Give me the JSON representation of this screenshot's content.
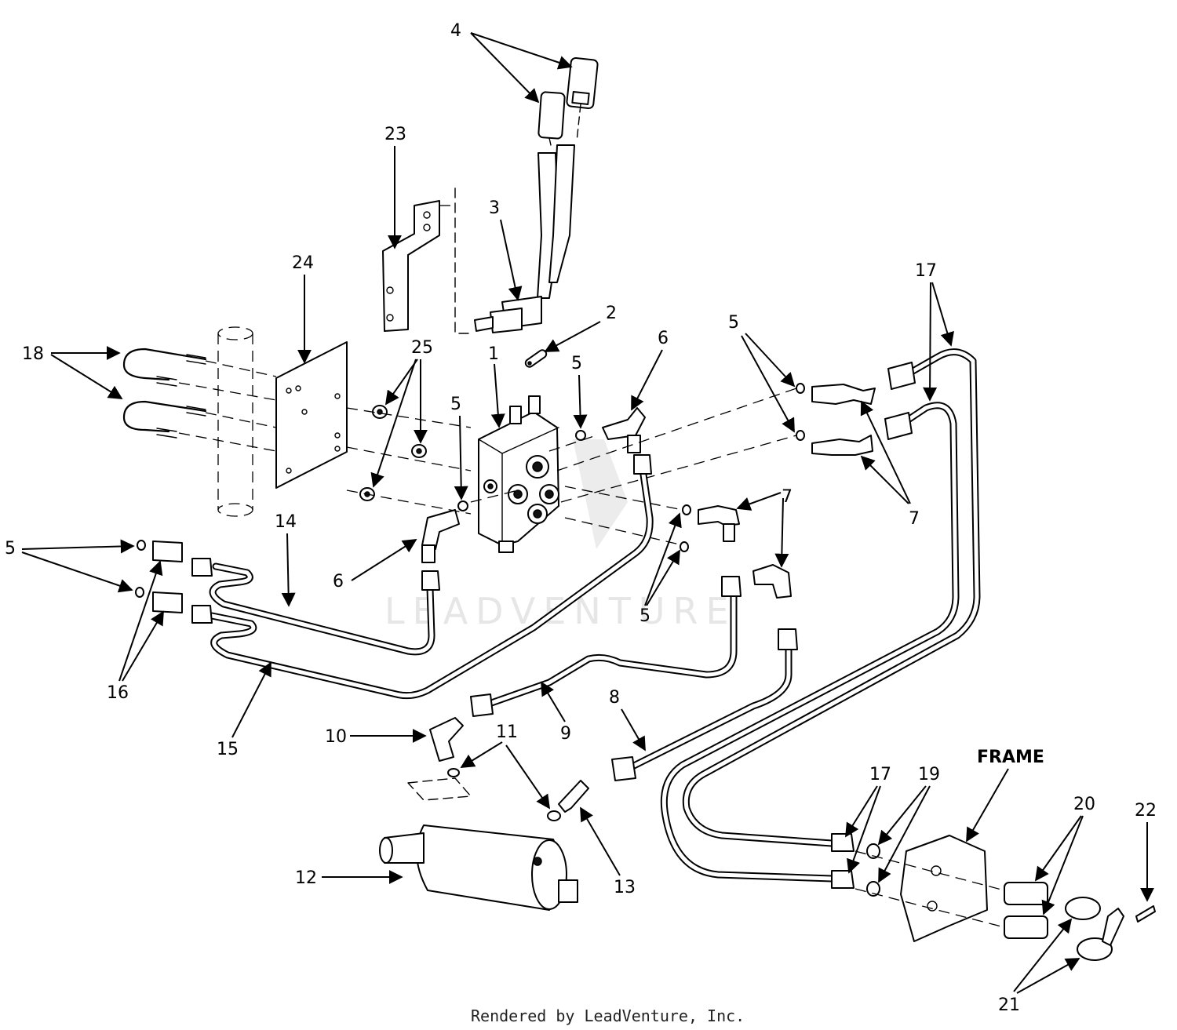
{
  "callouts": {
    "c1": "1",
    "c2": "2",
    "c3": "3",
    "c4": "4",
    "c5a": "5",
    "c5b": "5",
    "c5c": "5",
    "c5d": "5",
    "c5e": "5",
    "c6a": "6",
    "c6b": "6",
    "c7a": "7",
    "c7b": "7",
    "c8": "8",
    "c9": "9",
    "c10": "10",
    "c11": "11",
    "c12": "12",
    "c13": "13",
    "c14": "14",
    "c15": "15",
    "c16": "16",
    "c17a": "17",
    "c17b": "17",
    "c18": "18",
    "c19": "19",
    "c20": "20",
    "c21": "21",
    "c22": "22",
    "c23": "23",
    "c24": "24",
    "c25": "25"
  },
  "frame_label": "FRAME",
  "watermark": "LEADVENTURE",
  "credit": "Rendered by LeadVenture, Inc."
}
